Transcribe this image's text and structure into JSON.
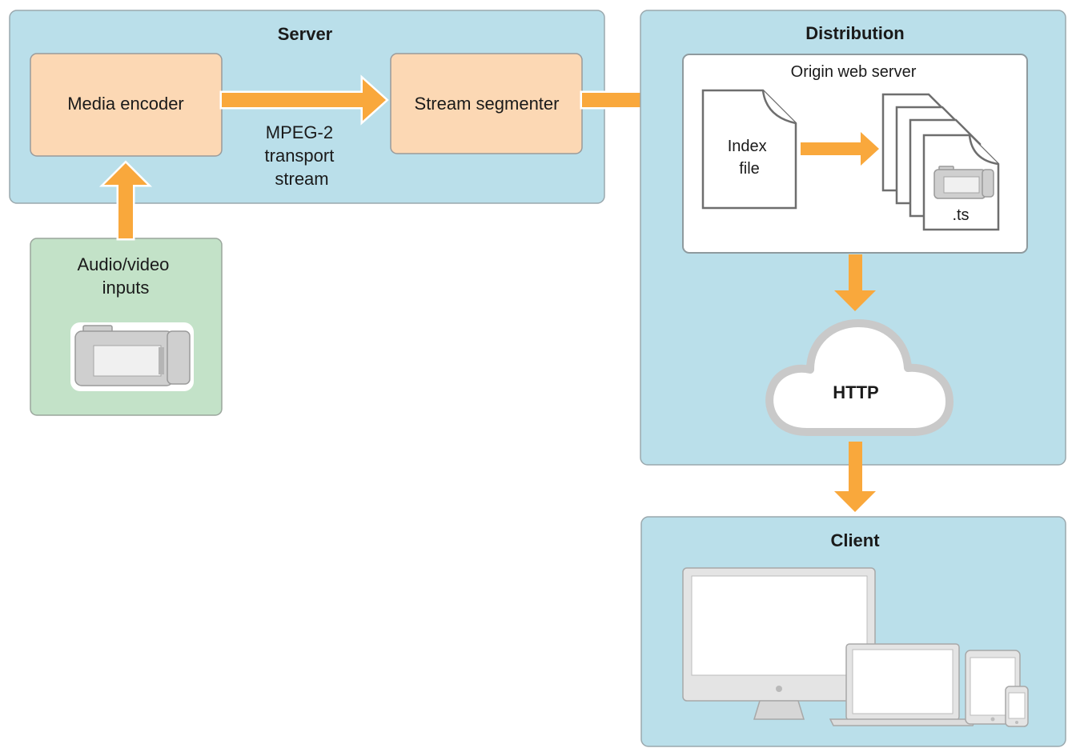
{
  "server": {
    "title": "Server"
  },
  "encoder": {
    "label": "Media encoder"
  },
  "segmenter": {
    "label": "Stream segmenter"
  },
  "transport": {
    "lines": [
      "MPEG-2",
      "transport",
      "stream"
    ]
  },
  "inputs": {
    "lines": [
      "Audio/video",
      "inputs"
    ]
  },
  "distribution": {
    "title": "Distribution"
  },
  "origin": {
    "label": "Origin web server"
  },
  "index_file": {
    "lines": [
      "Index",
      "file"
    ]
  },
  "segments": {
    "label": ".ts"
  },
  "cloud": {
    "label": "HTTP"
  },
  "client": {
    "title": "Client"
  },
  "colors": {
    "region_blue": "#badfea",
    "process_orange": "#fcd8b4",
    "input_green": "#c3e2c8",
    "arrow_orange": "#f9a83c"
  }
}
